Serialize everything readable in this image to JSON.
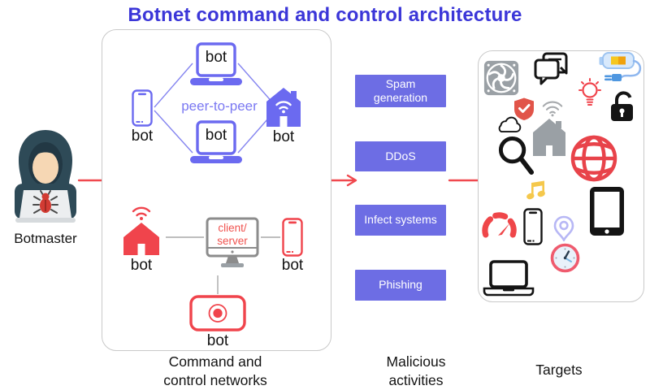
{
  "title": "Botnet command and control architecture",
  "botmaster": {
    "label": "Botmaster"
  },
  "cnc": {
    "caption_line1": "Command and",
    "caption_line2": "control networks",
    "p2p": {
      "label": "peer-to-peer",
      "bots": {
        "top": "bot",
        "left": "bot",
        "right": "bot",
        "bottom": "bot"
      }
    },
    "client_server": {
      "server_line1": "client/",
      "server_line2": "server",
      "bots": {
        "house": "bot",
        "phone": "bot",
        "device": "bot"
      }
    }
  },
  "malicious": {
    "caption_line1": "Malicious",
    "caption_line2": "activities",
    "items": [
      "Spam generation",
      "DDoS",
      "Infect systems",
      "Phishing"
    ]
  },
  "targets": {
    "caption": "Targets",
    "icons": [
      "fan-icon",
      "chat-icon",
      "power-bank-icon",
      "lightbulb-icon",
      "padlock-icon",
      "shield-check-icon",
      "wifi-icon",
      "cloud-icon",
      "smart-home-icon",
      "search-icon",
      "globe-icon",
      "music-note-icon",
      "tablet-icon",
      "gauge-icon",
      "smartphone-icon",
      "location-pin-icon",
      "clock-icon",
      "laptop-icon"
    ]
  },
  "colors": {
    "title_blue": "#3b36d8",
    "p2p_blue": "#6b6af0",
    "alert_red": "#f0444c",
    "button_purple": "#6d6de4",
    "gray": "#9aa0a5"
  }
}
